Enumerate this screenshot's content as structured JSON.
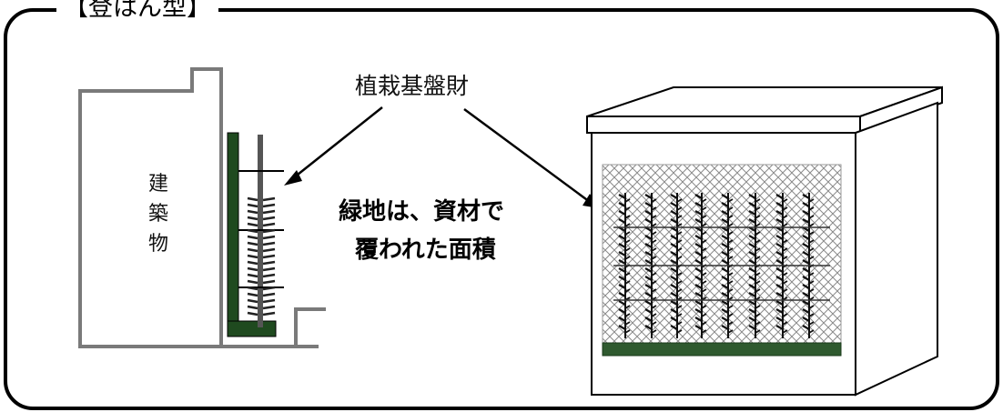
{
  "frame_title": "【登はん型】",
  "material_label": "植栽基盤財",
  "building_label": [
    "建",
    "築",
    "物"
  ],
  "caption": {
    "line1": "緑地は、資材で",
    "line2": "覆われた面積"
  },
  "colors": {
    "green_substrate": "#1f4a1f",
    "line": "#000000",
    "building_outline": "#7a7a7a",
    "mesh": "#8a8a8a"
  }
}
